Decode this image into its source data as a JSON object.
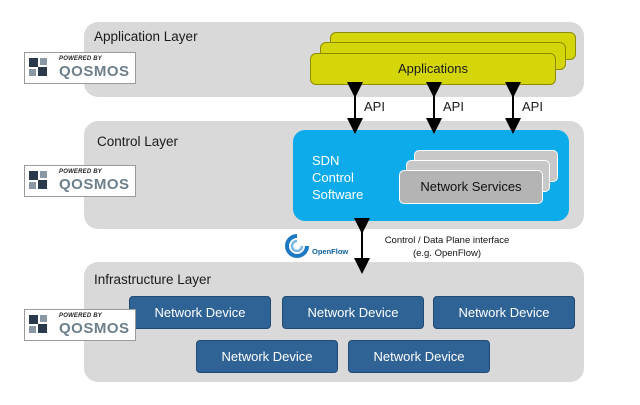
{
  "layers": {
    "application": {
      "title": "Application Layer",
      "box_label": "Applications"
    },
    "control": {
      "title": "Control Layer",
      "sdn_lines": [
        "SDN",
        "Control",
        "Software"
      ],
      "services_label": "Network Services"
    },
    "infrastructure": {
      "title": "Infrastructure  Layer",
      "devices": [
        "Network Device",
        "Network Device",
        "Network Device",
        "Network Device",
        "Network Device"
      ]
    }
  },
  "api_labels": [
    "API",
    "API",
    "API"
  ],
  "interface": {
    "line1": "Control / Data Plane interface",
    "line2": "(e.g. OpenFlow)"
  },
  "openflow_logo": {
    "text": "OpenFlow"
  },
  "logo": {
    "powered": "POWERED BY",
    "brand": "QOSMOS"
  },
  "colors": {
    "layer_bg": "#d9d9d9",
    "applications": "#d5d60a",
    "control_box": "#0eabea",
    "services": "#b4b4b4",
    "device": "#2f6395"
  }
}
